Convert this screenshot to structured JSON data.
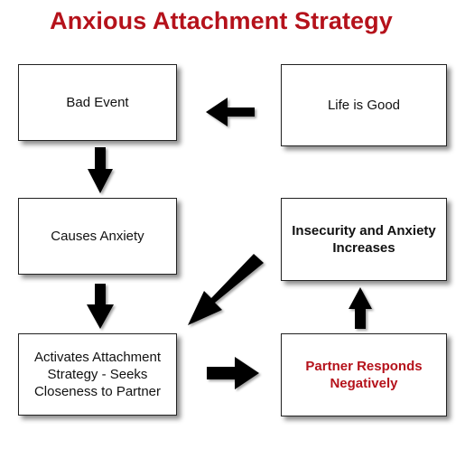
{
  "title": "Anxious Attachment Strategy",
  "boxes": {
    "bad_event": "Bad Event",
    "life_is_good": "Life is Good",
    "causes_anxiety": "Causes Anxiety",
    "insecurity": "Insecurity and Anxiety Increases",
    "activates": "Activates Attachment Strategy - Seeks Closeness to Partner",
    "partner": "Partner Responds Negatively"
  },
  "colors": {
    "title": "#b5121b",
    "partner_text": "#b5121b",
    "arrow": "#000000"
  }
}
